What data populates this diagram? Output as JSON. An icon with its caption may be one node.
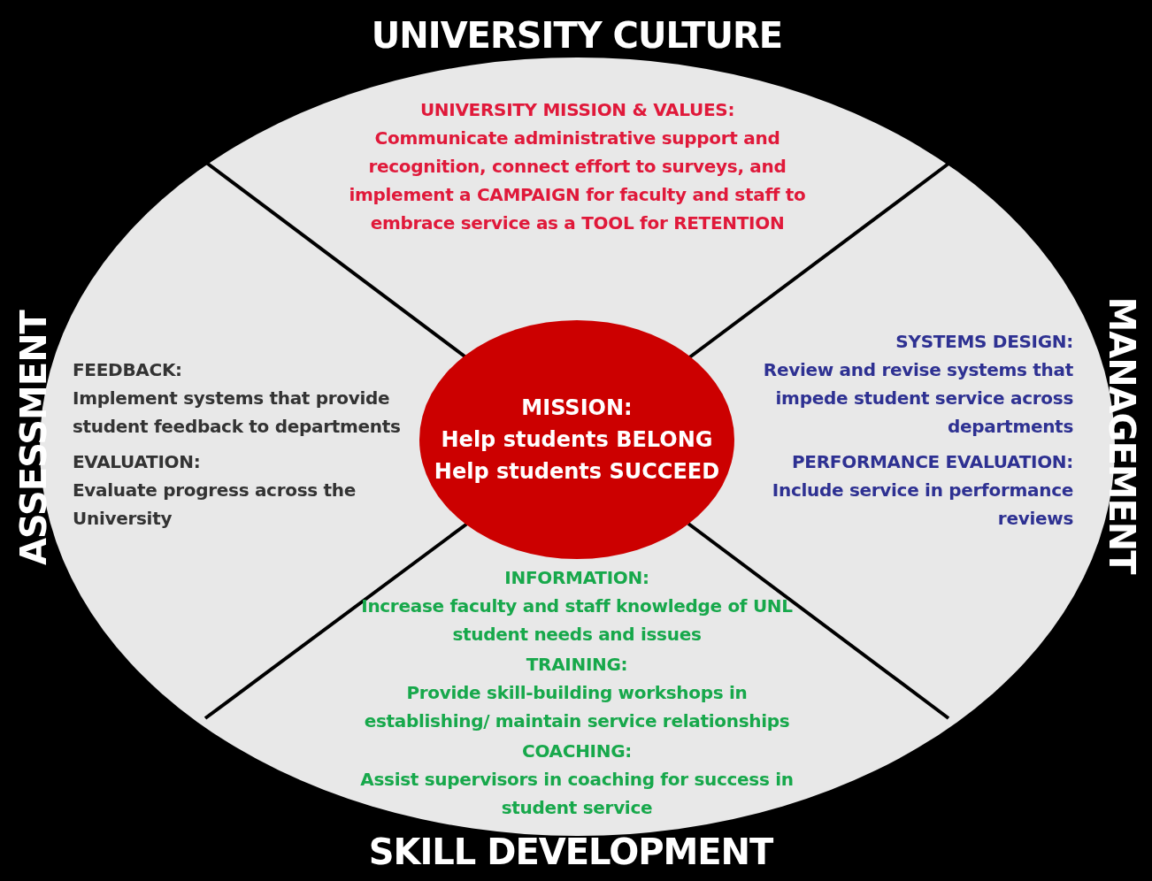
{
  "diagram": {
    "nodes": [
      {
        "text": [],
        "shape": "circle"
      },
      {
        "text": [
          "UNIVERSITY MISSION & VALUES:",
          "Communicate administrative support and recognition, connect effort to surveys, and implement a CAMPAIGN for faculty and staff to embrace service as a TOOL for RETENTION"
        ],
        "in": 0
      },
      {
        "text": [
          "FEEDBACK:",
          "Implement systems that provide student feedback to departments",
          "EVALUATION:",
          "Evaluate progress across the University"
        ],
        "in": 0
      },
      {
        "text": [
          "MISSION:",
          "Help students BELONG",
          "Help students SUCCEED"
        ],
        "in": 0
      },
      {
        "text": [
          "SYSTEMS DESIGN:",
          "Review and revise systems that impede student service across departments",
          "PERFORMANCE EVALUATION:",
          "Include service in performance reviews"
        ],
        "in": 0
      },
      {
        "text": [
          "INFORMATION:",
          "Increase faculty and staff knowledge of UNL student needs and issues",
          "TRAINING:",
          "Provide skill-building workshops in establishing/ maintain service relationships",
          "COACHING:",
          "Assist supervisors in coaching for success in student service"
        ],
        "in": 0
      }
    ],
    "labels": [
      "UNIVERSITY CULTURE",
      "ASSESSMENT",
      "MANAGEMENT",
      "SKILL DEVELOPMENT"
    ]
  }
}
